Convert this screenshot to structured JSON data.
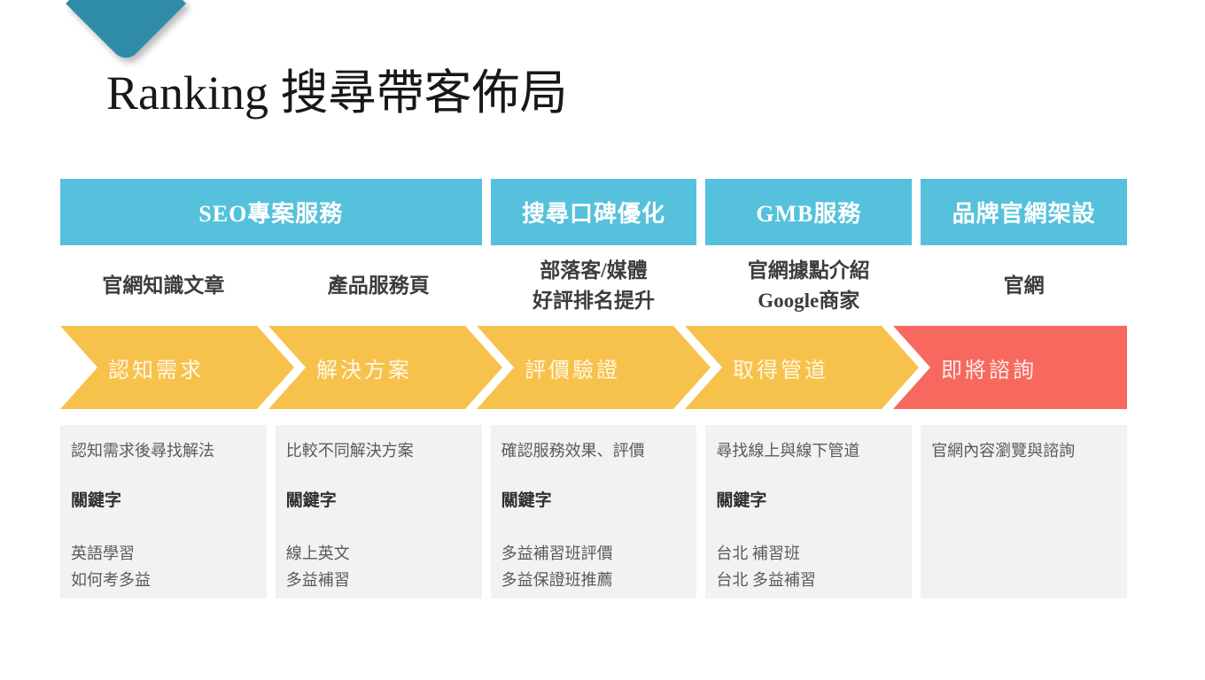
{
  "slide_title": "Ranking 搜尋帶客佈局",
  "colors": {
    "decoration_teal": "#2E8CA8",
    "header_bg": "#56C1DC",
    "stage_yellow": "#F7C24B",
    "stage_red": "#F7695E",
    "detail_bg": "#F2F2F2"
  },
  "service_headers": [
    {
      "label": "SEO專案服務"
    },
    {
      "label": "搜尋口碑優化"
    },
    {
      "label": "GMB服務"
    },
    {
      "label": "品牌官網架設"
    }
  ],
  "service_items": [
    {
      "lines": [
        "官網知識文章"
      ]
    },
    {
      "lines": [
        "產品服務頁"
      ]
    },
    {
      "lines": [
        "部落客/媒體",
        "好評排名提升"
      ]
    },
    {
      "lines": [
        "官網據點介紹",
        "Google商家"
      ]
    },
    {
      "lines": [
        "官網"
      ]
    }
  ],
  "journey_stages": [
    {
      "label": "認知需求",
      "color": "#F7C24B"
    },
    {
      "label": "解決方案",
      "color": "#F7C24B"
    },
    {
      "label": "評價驗證",
      "color": "#F7C24B"
    },
    {
      "label": "取得管道",
      "color": "#F7C24B"
    },
    {
      "label": "即將諮詢",
      "color": "#F7695E"
    }
  ],
  "stage_details": [
    {
      "description": "認知需求後尋找解法",
      "keyword_heading": "關鍵字",
      "keywords": [
        "英語學習",
        "如何考多益"
      ]
    },
    {
      "description": "比較不同解決方案",
      "keyword_heading": "關鍵字",
      "keywords": [
        "線上英文",
        "多益補習"
      ]
    },
    {
      "description": "確認服務效果、評價",
      "keyword_heading": "關鍵字",
      "keywords": [
        "多益補習班評價",
        "多益保證班推薦"
      ]
    },
    {
      "description": "尋找線上與線下管道",
      "keyword_heading": "關鍵字",
      "keywords": [
        "台北 補習班",
        "台北 多益補習"
      ]
    },
    {
      "description": "官網內容瀏覽與諮詢"
    }
  ]
}
